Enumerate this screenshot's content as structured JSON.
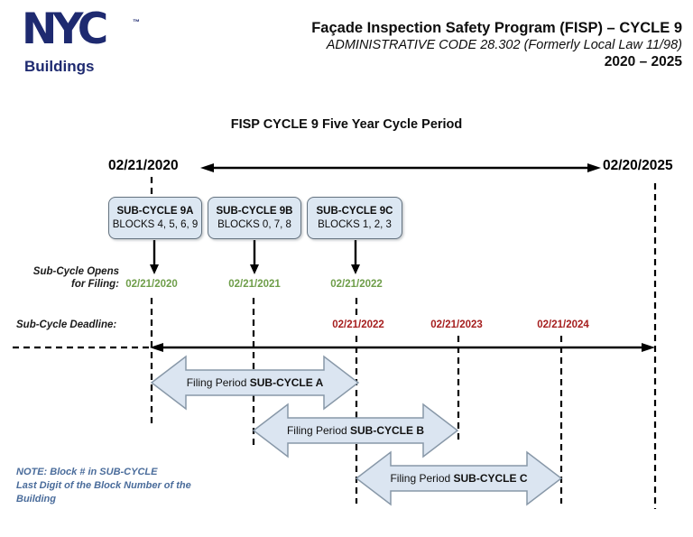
{
  "colors": {
    "brand_navy": "#1e2a70",
    "opens_green": "#6f9e4a",
    "deadline_red": "#a61f1f",
    "note_blue": "#4a6c9b",
    "box_fill": "#dce7f2",
    "box_border": "#64727f",
    "arrow_fill": "#dbe5f1",
    "arrow_border": "#8898a8",
    "line_black": "#000000"
  },
  "header": {
    "logo_brand": "NYC",
    "logo_tm": "™",
    "logo_sub": "Buildings",
    "title_line1": "Façade Inspection Safety Program (FISP) – CYCLE 9",
    "title_line2": "ADMINISTRATIVE CODE 28.302 (Formerly Local Law 11/98)",
    "title_line3": "2020 – 2025"
  },
  "diagram": {
    "title": "FISP CYCLE 9 Five Year Cycle Period",
    "timeline": {
      "start_date": "02/21/2020",
      "end_date": "02/20/2025"
    },
    "subcycles": [
      {
        "name": "SUB-CYCLE 9A",
        "blocks": "BLOCKS 4, 5, 6, 9",
        "opens": "02/21/2020"
      },
      {
        "name": "SUB-CYCLE 9B",
        "blocks": "BLOCKS 0, 7, 8",
        "opens": "02/21/2021"
      },
      {
        "name": "SUB-CYCLE 9C",
        "blocks": "BLOCKS 1, 2, 3",
        "opens": "02/21/2022"
      }
    ],
    "opens_label_line1": "Sub-Cycle Opens",
    "opens_label_line2": "for Filing:",
    "deadline_label": "Sub-Cycle Deadline:",
    "deadlines": [
      "02/21/2022",
      "02/21/2023",
      "02/21/2024"
    ],
    "filing_periods": [
      {
        "prefix": "Filing Period ",
        "name": "SUB-CYCLE A"
      },
      {
        "prefix": "Filing Period ",
        "name": "SUB-CYCLE B"
      },
      {
        "prefix": "Filing Period ",
        "name": "SUB-CYCLE C"
      }
    ],
    "note_line1": "NOTE: Block # in SUB-CYCLE",
    "note_line2": "Last Digit of the Block Number of the",
    "note_line3": "Building"
  }
}
